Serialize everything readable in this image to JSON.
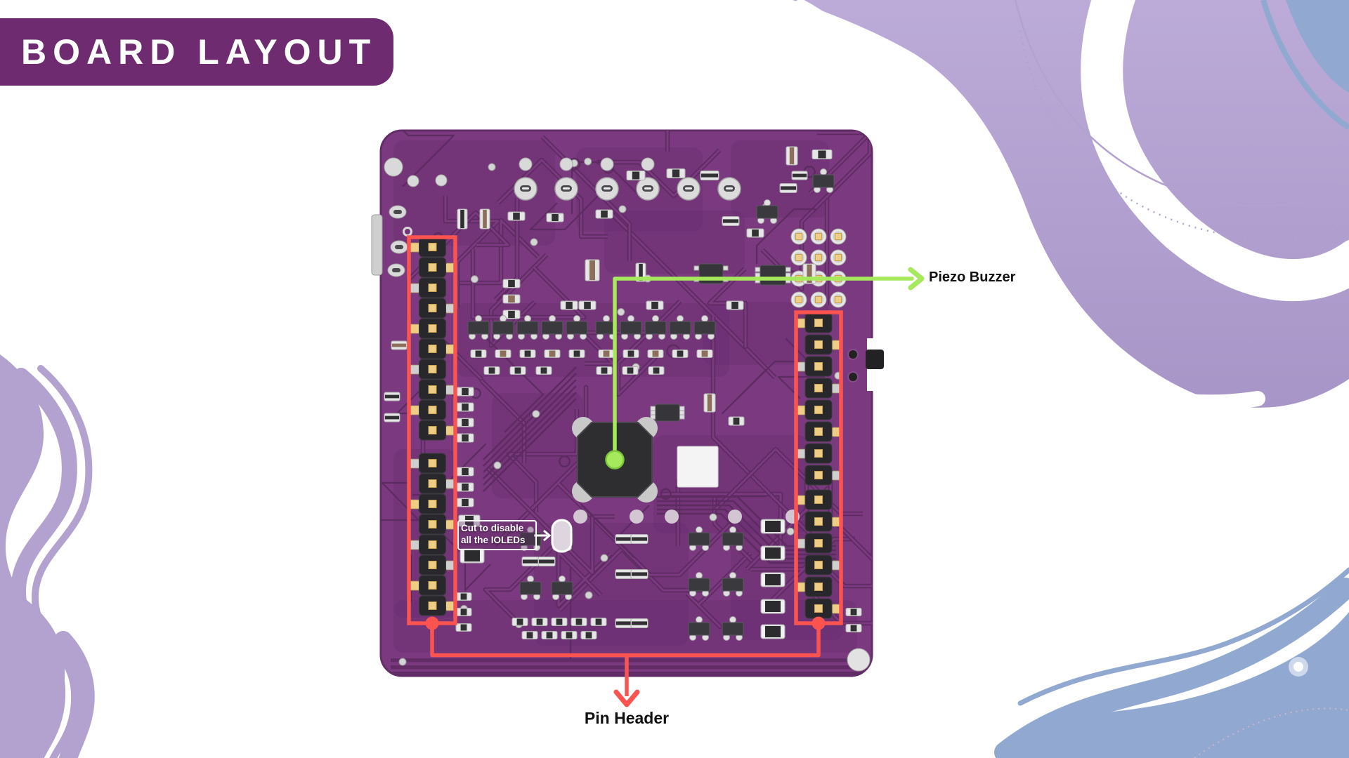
{
  "banner": {
    "title": "BOARD LAYOUT"
  },
  "annotations": {
    "piezo_buzzer": {
      "label": "Piezo Buzzer"
    },
    "pin_header": {
      "label": "Pin Header"
    },
    "cut_note": {
      "line1": "Cut to disable",
      "line2": "all the IOLEDs"
    }
  },
  "colors": {
    "banner_bg": "#6e2b70",
    "board": "#7b3a7f",
    "board_edge": "#632e68",
    "board_trace": "#5d2a61",
    "board_patch": "#6b2f70",
    "component": "#313134",
    "silver": "#d9d9d9",
    "gold": "#eecd84",
    "red": "#fb5450",
    "green": "#a6e95c",
    "lavender": "#b3a2d0",
    "blue": "#91a9d1",
    "text": "#111111",
    "white": "#ffffff"
  }
}
